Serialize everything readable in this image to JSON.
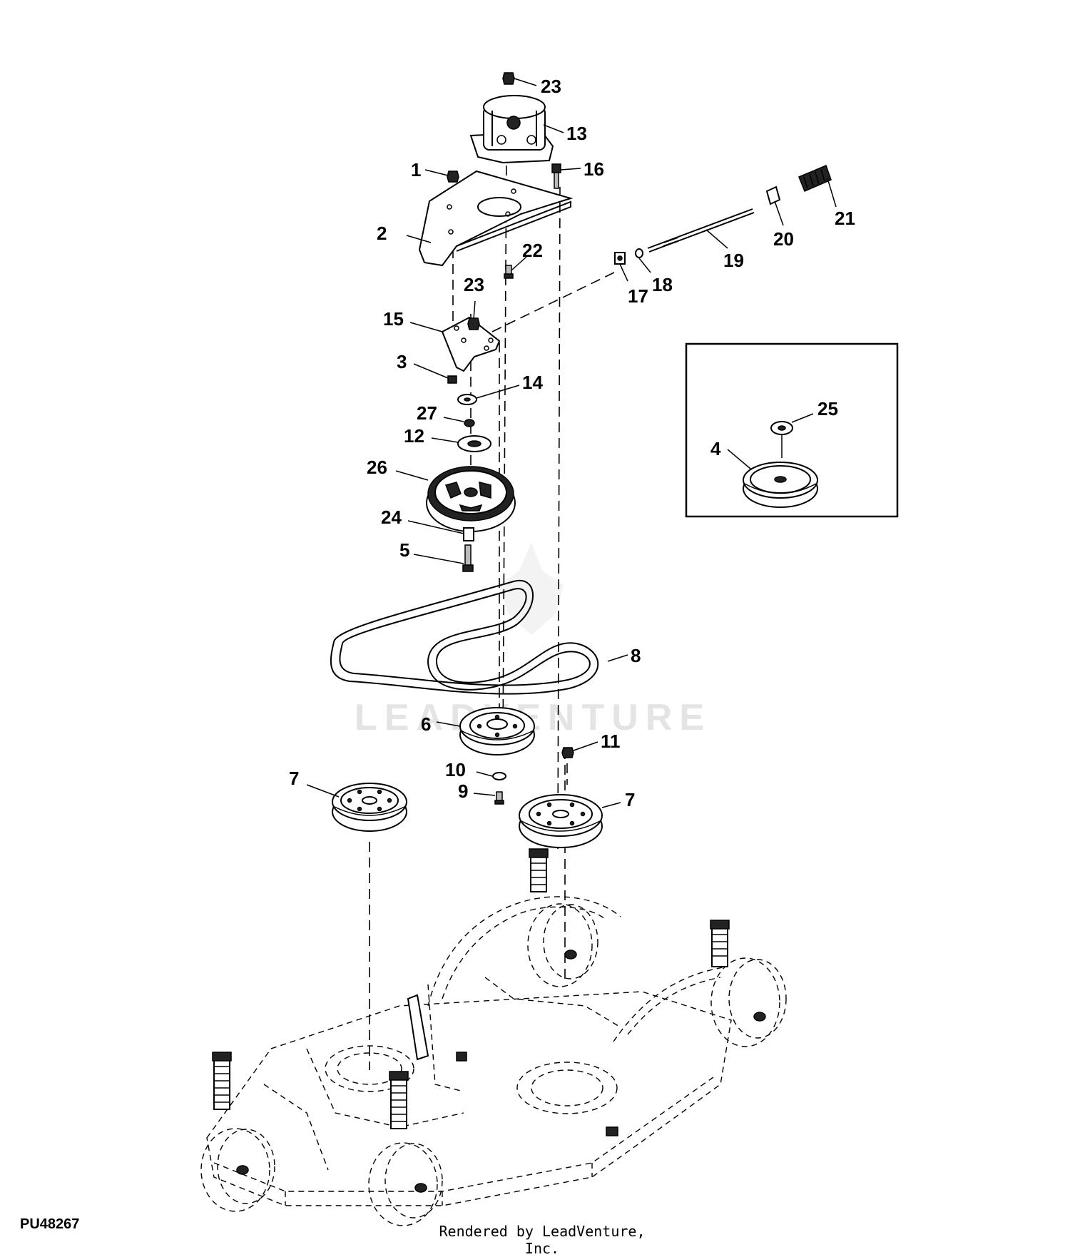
{
  "diagram": {
    "id_label": "PU48267",
    "render_credit": "Rendered by LeadVenture, Inc.",
    "watermark": "LEADVENTURE"
  },
  "callouts": [
    {
      "key": "c23a",
      "label": "23"
    },
    {
      "key": "c13",
      "label": "13"
    },
    {
      "key": "c1",
      "label": "1"
    },
    {
      "key": "c16",
      "label": "16"
    },
    {
      "key": "c21",
      "label": "21"
    },
    {
      "key": "c2",
      "label": "2"
    },
    {
      "key": "c20",
      "label": "20"
    },
    {
      "key": "c22",
      "label": "22"
    },
    {
      "key": "c19",
      "label": "19"
    },
    {
      "key": "c18",
      "label": "18"
    },
    {
      "key": "c23b",
      "label": "23"
    },
    {
      "key": "c17",
      "label": "17"
    },
    {
      "key": "c15",
      "label": "15"
    },
    {
      "key": "c3",
      "label": "3"
    },
    {
      "key": "c14",
      "label": "14"
    },
    {
      "key": "c27",
      "label": "27"
    },
    {
      "key": "c12",
      "label": "12"
    },
    {
      "key": "c26",
      "label": "26"
    },
    {
      "key": "c24",
      "label": "24"
    },
    {
      "key": "c5",
      "label": "5"
    },
    {
      "key": "c25",
      "label": "25"
    },
    {
      "key": "c4",
      "label": "4"
    },
    {
      "key": "c8",
      "label": "8"
    },
    {
      "key": "c6",
      "label": "6"
    },
    {
      "key": "c11",
      "label": "11"
    },
    {
      "key": "c10",
      "label": "10"
    },
    {
      "key": "c9",
      "label": "9"
    },
    {
      "key": "c7a",
      "label": "7"
    },
    {
      "key": "c7b",
      "label": "7"
    }
  ]
}
